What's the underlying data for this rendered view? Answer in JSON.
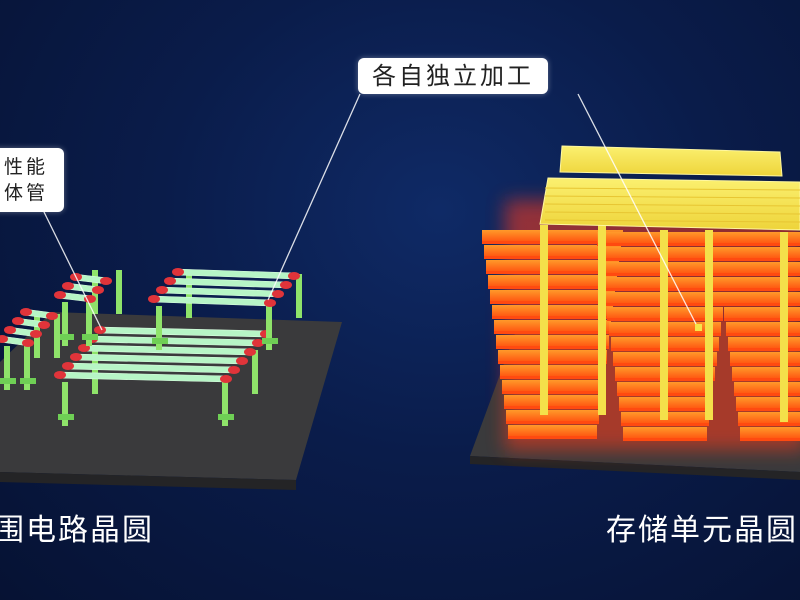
{
  "callouts": {
    "top": "各自独立加工",
    "left_line1": "性能",
    "left_line2": "体管"
  },
  "captions": {
    "left": "围电路晶圆",
    "right": "存储单元晶圆"
  },
  "colors": {
    "background": "#0a1c4a",
    "substrate": "#3a3a3c",
    "transistor_green": "#b7f5c6",
    "transistor_leg": "#8fe36a",
    "contact_red": "#e0343a",
    "memory_top": "#f6e54a",
    "memory_glow": "#ff3a1a",
    "memory_orange": "#ff7a1a"
  }
}
